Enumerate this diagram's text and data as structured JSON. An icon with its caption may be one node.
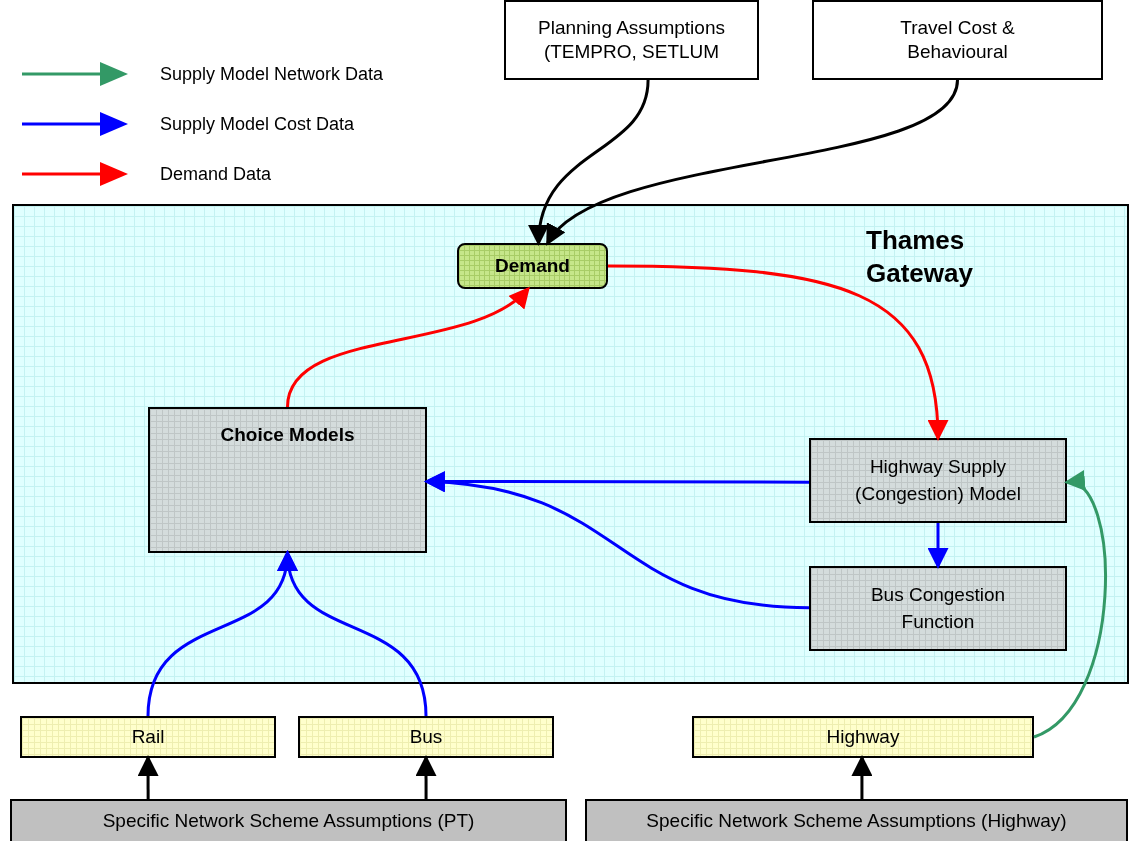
{
  "diagram": {
    "nodes": [
      {
        "text": [
          "Planning Assumptions (TEMPRO, SETLUM"
        ]
      },
      {
        "text": [
          "Travel Cost & Behavioural"
        ]
      },
      {
        "text": [
          "Thames Gateway"
        ]
      },
      {
        "text": [
          "Demand"
        ],
        "in": 2
      },
      {
        "text": [
          "Choice Models"
        ],
        "in": 2
      },
      {
        "text": [
          "Highway Supply (Congestion) Model"
        ],
        "in": 2
      },
      {
        "text": [
          "Bus Congestion Function"
        ],
        "in": 2
      },
      {
        "text": [
          "Rail"
        ]
      },
      {
        "text": [
          "Bus"
        ]
      },
      {
        "text": [
          "Highway"
        ]
      },
      {
        "text": [
          "Specific Network Scheme Assumptions (PT)"
        ]
      },
      {
        "text": [
          "Specific Network Scheme Assumptions (Highway)"
        ]
      }
    ],
    "edges": [
      {
        "from": 0,
        "to": 3,
        "arrow": "to"
      },
      {
        "from": 1,
        "to": 3,
        "arrow": "to"
      },
      {
        "from": 3,
        "to": 5,
        "arrow": "to",
        "color": "#ff0000"
      },
      {
        "from": 4,
        "to": 3,
        "arrow": "to",
        "color": "#ff0000"
      },
      {
        "from": 5,
        "to": 4,
        "arrow": "to",
        "color": "#0000ff"
      },
      {
        "from": 6,
        "to": 4,
        "arrow": "to",
        "color": "#0000ff"
      },
      {
        "from": 5,
        "to": 6,
        "arrow": "to",
        "color": "#0000ff"
      },
      {
        "from": 7,
        "to": 4,
        "arrow": "to",
        "color": "#0000ff"
      },
      {
        "from": 8,
        "to": 4,
        "arrow": "to",
        "color": "#0000ff"
      },
      {
        "from": 9,
        "to": 5,
        "arrow": "to",
        "color": "#339966"
      },
      {
        "from": 10,
        "to": 7,
        "arrow": "to"
      },
      {
        "from": 10,
        "to": 8,
        "arrow": "to"
      },
      {
        "from": 11,
        "to": 9,
        "arrow": "to"
      }
    ],
    "legend": [
      {
        "text": "Supply Model Network Data",
        "color": "#339966"
      },
      {
        "text": "Supply Model Cost Data",
        "color": "#0000ff"
      },
      {
        "text": "Demand Data",
        "color": "#ff0000"
      }
    ]
  }
}
